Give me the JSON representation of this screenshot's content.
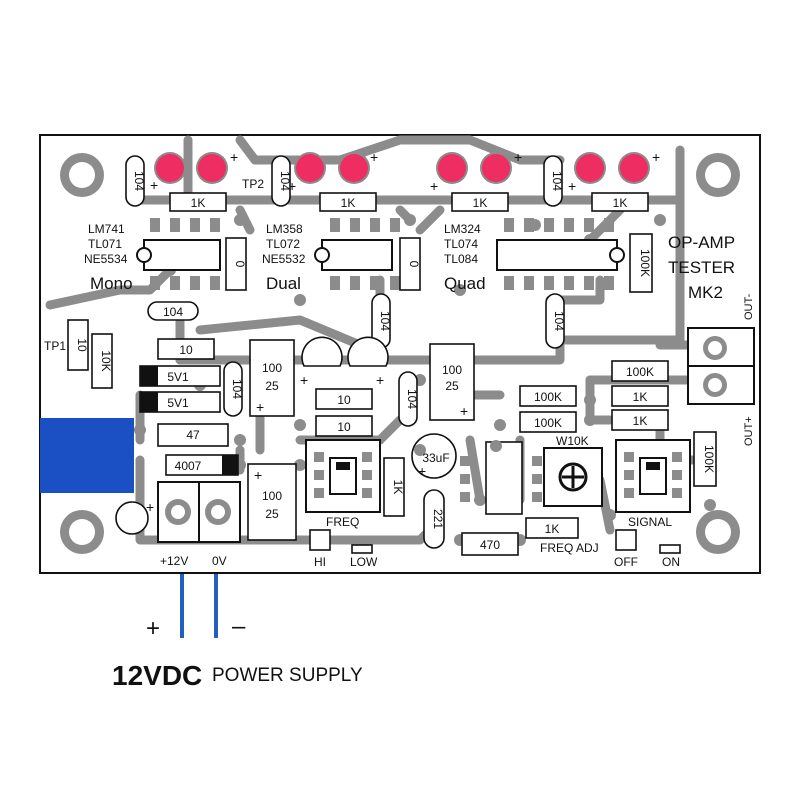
{
  "board": {
    "title_lines": [
      "OP-AMP",
      "TESTER",
      "MK2"
    ],
    "ic_groups": {
      "mono": {
        "chips": [
          "LM741",
          "TL071",
          "NE5534"
        ],
        "label": "Mono"
      },
      "dual": {
        "chips": [
          "LM358",
          "TL072",
          "NE5532"
        ],
        "label": "Dual"
      },
      "quad": {
        "chips": [
          "LM324",
          "TL074",
          "TL084"
        ],
        "label": "Quad"
      }
    },
    "test_points": {
      "tp1": "TP1",
      "tp2": "TP2"
    },
    "components": {
      "c104_a": "104",
      "c104_b": "104",
      "c104_c": "104",
      "c104_d": "104",
      "c104_e": "104",
      "c104_f": "104",
      "c104_g": "104",
      "c104_h": "104",
      "r1k_a": "1K",
      "r1k_b": "1K",
      "r1k_c": "1K",
      "r1k_d": "1K",
      "r1k_e": "1K",
      "r1k_f": "1K",
      "r1k_g": "1K",
      "r10_a": "10",
      "r10_b": "10",
      "r10_c": "10",
      "r10_tp1": "10",
      "r10k": "10K",
      "r47": "47",
      "r470": "470",
      "r221": "221",
      "r100k_a": "100K",
      "r100k_b": "100K",
      "r100k_c": "100K",
      "r100k_right": "100K",
      "r100k_vert": "100K",
      "zener_a": "5V1",
      "zener_b": "5V1",
      "diode": "4007",
      "cap_100_25_a": [
        "100",
        "25"
      ],
      "cap_100_25_b": [
        "100",
        "25"
      ],
      "cap_100_25_c": [
        "100",
        "25"
      ],
      "cap_33uf": "33uF",
      "zero_a": "0",
      "zero_b": "0",
      "pot": "W10K"
    },
    "switch_labels": {
      "freq": "FREQ",
      "hi": "HI",
      "low": "LOW",
      "freq_adj": "FREQ ADJ",
      "signal": "SIGNAL",
      "off": "OFF",
      "on": "ON"
    },
    "terminals": {
      "v12": "+12V",
      "v0": "0V",
      "out_minus": "OUT-",
      "out_plus": "OUT+"
    }
  },
  "annotations": {
    "plus": "+",
    "minus": "–",
    "voltage": "12VDC",
    "supply": "POWER SUPPLY"
  },
  "colors": {
    "led": "#ee2d62",
    "potentiometer": "#1b4fc4",
    "wire": "#2160c0",
    "trace": "#8c8c8c"
  }
}
